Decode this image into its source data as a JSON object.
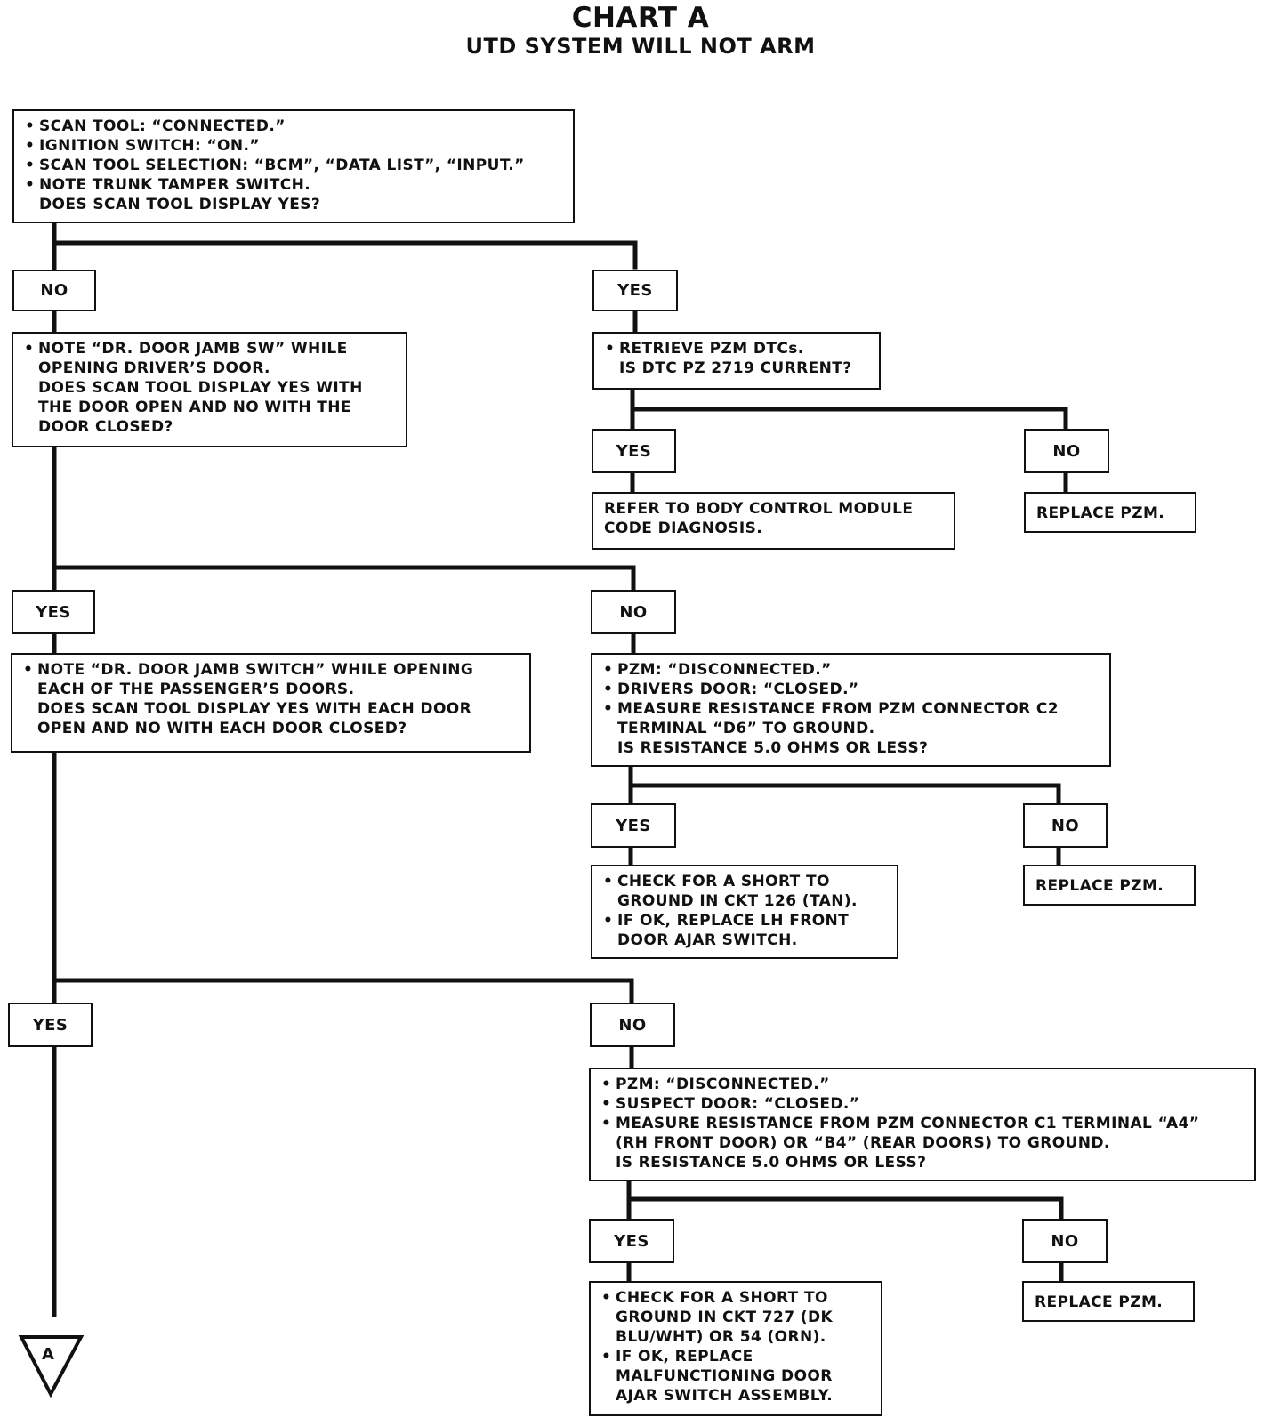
{
  "title": "CHART A",
  "subtitle": "UTD SYSTEM WILL NOT ARM",
  "boxes": {
    "b1": {
      "bullets": [
        "SCAN TOOL: “CONNECTED.”",
        "IGNITION SWITCH: “ON.”",
        "SCAN TOOL SELECTION: “BCM”, “DATA LIST”, “INPUT.”",
        "NOTE TRUNK TAMPER SWITCH."
      ],
      "question": [
        "DOES SCAN TOOL DISPLAY YES?"
      ]
    },
    "b2": {
      "bullets": [
        "NOTE “DR. DOOR JAMB SW” WHILE"
      ],
      "question": [
        "OPENING DRIVER’S DOOR.",
        "DOES SCAN TOOL DISPLAY YES WITH",
        "THE DOOR OPEN AND NO WITH THE",
        "DOOR CLOSED?"
      ]
    },
    "b3": {
      "bullets": [
        "RETRIEVE PZM DTCs."
      ],
      "question": [
        "IS DTC PZ 2719 CURRENT?"
      ]
    },
    "b4": {
      "text": [
        "REFER TO BODY CONTROL MODULE",
        "CODE DIAGNOSIS."
      ]
    },
    "b5": {
      "text": [
        "REPLACE PZM."
      ]
    },
    "b6": {
      "bullets": [
        "NOTE “DR. DOOR JAMB SWITCH” WHILE OPENING"
      ],
      "question": [
        "EACH OF THE PASSENGER’S DOORS.",
        "DOES SCAN TOOL DISPLAY YES WITH EACH DOOR",
        "OPEN AND NO WITH EACH DOOR CLOSED?"
      ]
    },
    "b7": {
      "bullets": [
        "PZM: “DISCONNECTED.”",
        "DRIVERS DOOR: “CLOSED.”",
        "MEASURE RESISTANCE FROM PZM CONNECTOR C2"
      ],
      "question": [
        "TERMINAL “D6” TO GROUND.",
        "IS RESISTANCE 5.0 OHMS OR LESS?"
      ]
    },
    "b8": {
      "bullets": [
        "CHECK FOR A SHORT TO",
        "IF OK, REPLACE LH FRONT"
      ],
      "continuation": [
        "GROUND IN CKT 126 (TAN).",
        "DOOR AJAR SWITCH."
      ]
    },
    "b9": {
      "text": [
        "REPLACE PZM."
      ]
    },
    "b10": {
      "bullets": [
        "PZM: “DISCONNECTED.”",
        "SUSPECT DOOR: “CLOSED.”",
        "MEASURE RESISTANCE FROM PZM CONNECTOR C1 TERMINAL “A4”"
      ],
      "question": [
        "(RH FRONT DOOR) OR “B4” (REAR DOORS) TO GROUND.",
        "IS RESISTANCE 5.0 OHMS OR LESS?"
      ]
    },
    "b11": {
      "bullets": [
        "CHECK FOR A SHORT TO",
        "IF OK, REPLACE"
      ],
      "continuation": [
        "GROUND IN CKT 727 (DK",
        "BLU/WHT) OR 54 (ORN).",
        "MALFUNCTIONING DOOR",
        "AJAR SWITCH ASSEMBLY."
      ]
    },
    "b12": {
      "text": [
        "REPLACE PZM."
      ]
    }
  },
  "labels": {
    "yes": "YES",
    "no": "NO"
  },
  "connector": "A"
}
